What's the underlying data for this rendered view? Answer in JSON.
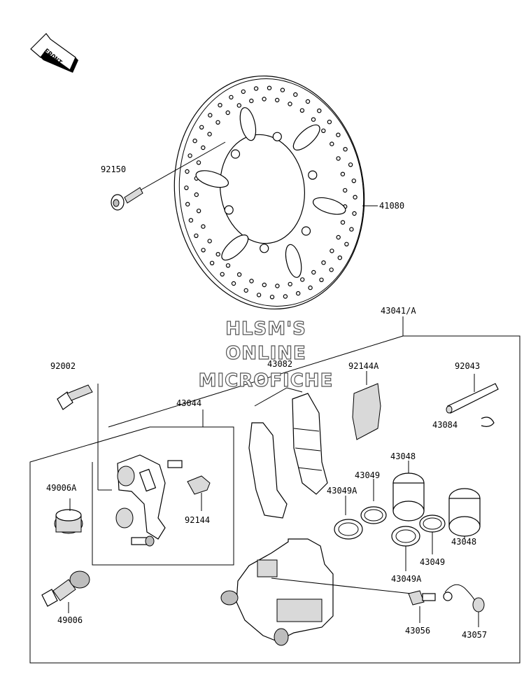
{
  "front_arrow": "FRONT",
  "watermark": {
    "line1": "HLSM'S",
    "line2": "ONLINE",
    "line3": "MICROFICHE"
  },
  "parts": {
    "p92150": "92150",
    "p41080": "41080",
    "p43041A": "43041/A",
    "p92002": "92002",
    "p43082": "43082",
    "p92144A": "92144A",
    "p92043": "92043",
    "p43044": "43044",
    "p43084": "43084",
    "p49006A": "49006A",
    "p43048a": "43048",
    "p43049a": "43049",
    "p43049Aa": "43049A",
    "p92144": "92144",
    "p43048b": "43048",
    "p43049b": "43049",
    "p43049Ab": "43049A",
    "p49006": "49006",
    "p43056": "43056",
    "p43057": "43057"
  }
}
